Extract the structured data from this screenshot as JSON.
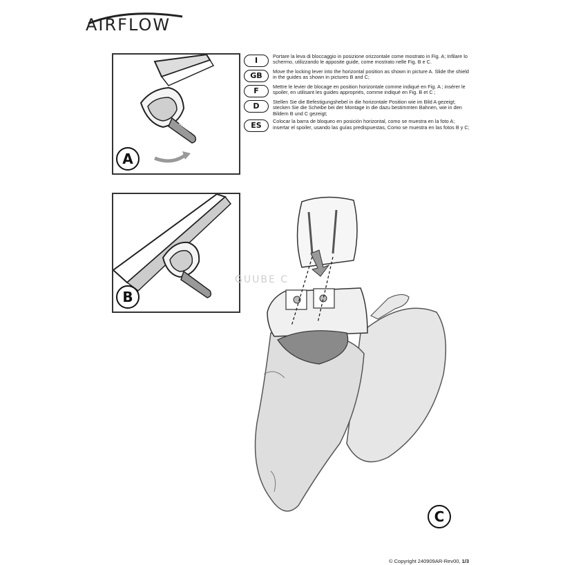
{
  "brand": {
    "logo_text": "AIRFLOW"
  },
  "figures": {
    "a_label": "A",
    "b_label": "B",
    "c_label": "C"
  },
  "instructions": [
    {
      "code": "I",
      "text": "Portare la leva di bloccaggio in posizione orizzontale come mostrato in Fig. A; Infilare lo schermo, utilizzando le apposite guide, come mostrato nelle Fig. B e C."
    },
    {
      "code": "GB",
      "text": "Move the locking lever into the horizontal position as shown in picture A. Slide the shield in the guides as shown in pictures B and C;"
    },
    {
      "code": "F",
      "text": "Mettre le levier de blocage en position  horizontale comme indiqué en Fig. A ; insérer le spoiler, en utilisant les guides appropriés, comme indiqué  en Fig. B et C ;"
    },
    {
      "code": "D",
      "text": "Stellen Sie die Befestigungshebel in die horizontale Position wie im Bild A gezeigt; stecken Sie die Scheibe bei der Montage in die dazu bestimmten Bahnen, wie in den Bildern B und C gezeigt;"
    },
    {
      "code": "ES",
      "text": "Colocar la barra de bloqueo en posición  horizontal, como se muestra en la foto A; insertar el spoiler, usando las guías predispuestas, Como se muestra en las fotos B y C;"
    }
  ],
  "watermark": "GUUBE C",
  "footer": {
    "copyright": "© Copyright 240909AR-Rev00,",
    "page": "1/3"
  }
}
